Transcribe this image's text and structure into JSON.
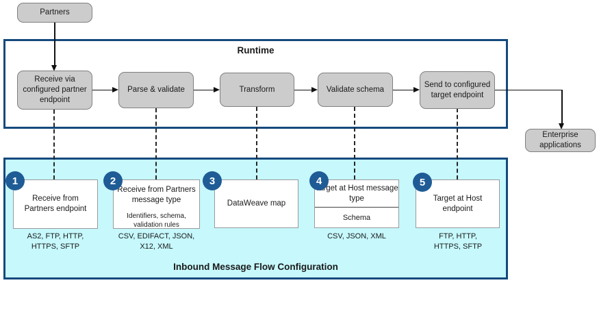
{
  "colors": {
    "frame_border": "#15497d",
    "config_bg": "#c6f8fc",
    "node_fill": "#cccccc",
    "node_border": "#7f7f7f",
    "number_circle": "#1f5c96"
  },
  "partners": {
    "label": "Partners"
  },
  "runtime": {
    "title": "Runtime",
    "steps": [
      {
        "label": "Receive via configured partner endpoint"
      },
      {
        "label": "Parse & validate"
      },
      {
        "label": "Transform"
      },
      {
        "label": "Validate schema"
      },
      {
        "label": "Send to configured target endpoint"
      }
    ]
  },
  "enterprise": {
    "label": "Enterprise applications"
  },
  "config": {
    "title": "Inbound Message Flow Configuration",
    "items": [
      {
        "number": "1",
        "label": "Receive from Partners endpoint",
        "protocols": "AS2, FTP, HTTP, HTTPS, SFTP"
      },
      {
        "number": "2",
        "label": "Receive from Partners message type",
        "details": "Identifiers, schema, validation rules",
        "protocols": "CSV, EDIFACT, JSON, X12, XML"
      },
      {
        "number": "3",
        "label": "DataWeave map"
      },
      {
        "number": "4",
        "label": "Target at Host message type",
        "section": "Schema",
        "protocols": "CSV, JSON, XML"
      },
      {
        "number": "5",
        "label": "Target at Host endpoint",
        "protocols": "FTP, HTTP, HTTPS, SFTP"
      }
    ]
  }
}
